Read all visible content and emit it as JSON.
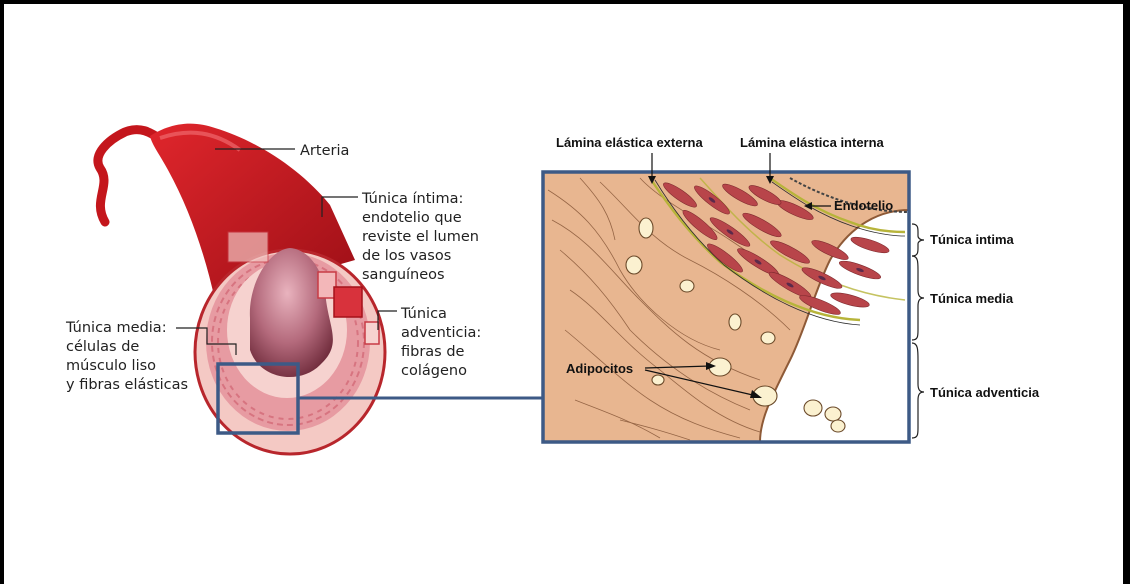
{
  "colors": {
    "highlight_box": "#3d5a86",
    "artery_red": "#c4161c",
    "tissue": "#e8b690",
    "muscle_cell": "#b8454a"
  },
  "left_labels": {
    "arteria": "Arteria",
    "intima": [
      "Túnica íntima:",
      "endotelio que",
      "reviste el lumen",
      "de los vasos",
      "sanguíneos"
    ],
    "media": [
      "Túnica media:",
      "células de",
      "músculo liso",
      "y fibras elásticas"
    ],
    "adventicia": [
      "Túnica",
      "adventicia:",
      "fibras de",
      "colágeno"
    ]
  },
  "right_labels": {
    "lamina_externa": "Lámina elástica externa",
    "lamina_interna": "Lámina elástica interna",
    "endotelio": "Endotelio",
    "adipocitos": "Adipocitos",
    "tunica_intima": "Túnica intima",
    "tunica_media": "Túnica media",
    "tunica_adventicia": "Túnica adventicia"
  }
}
